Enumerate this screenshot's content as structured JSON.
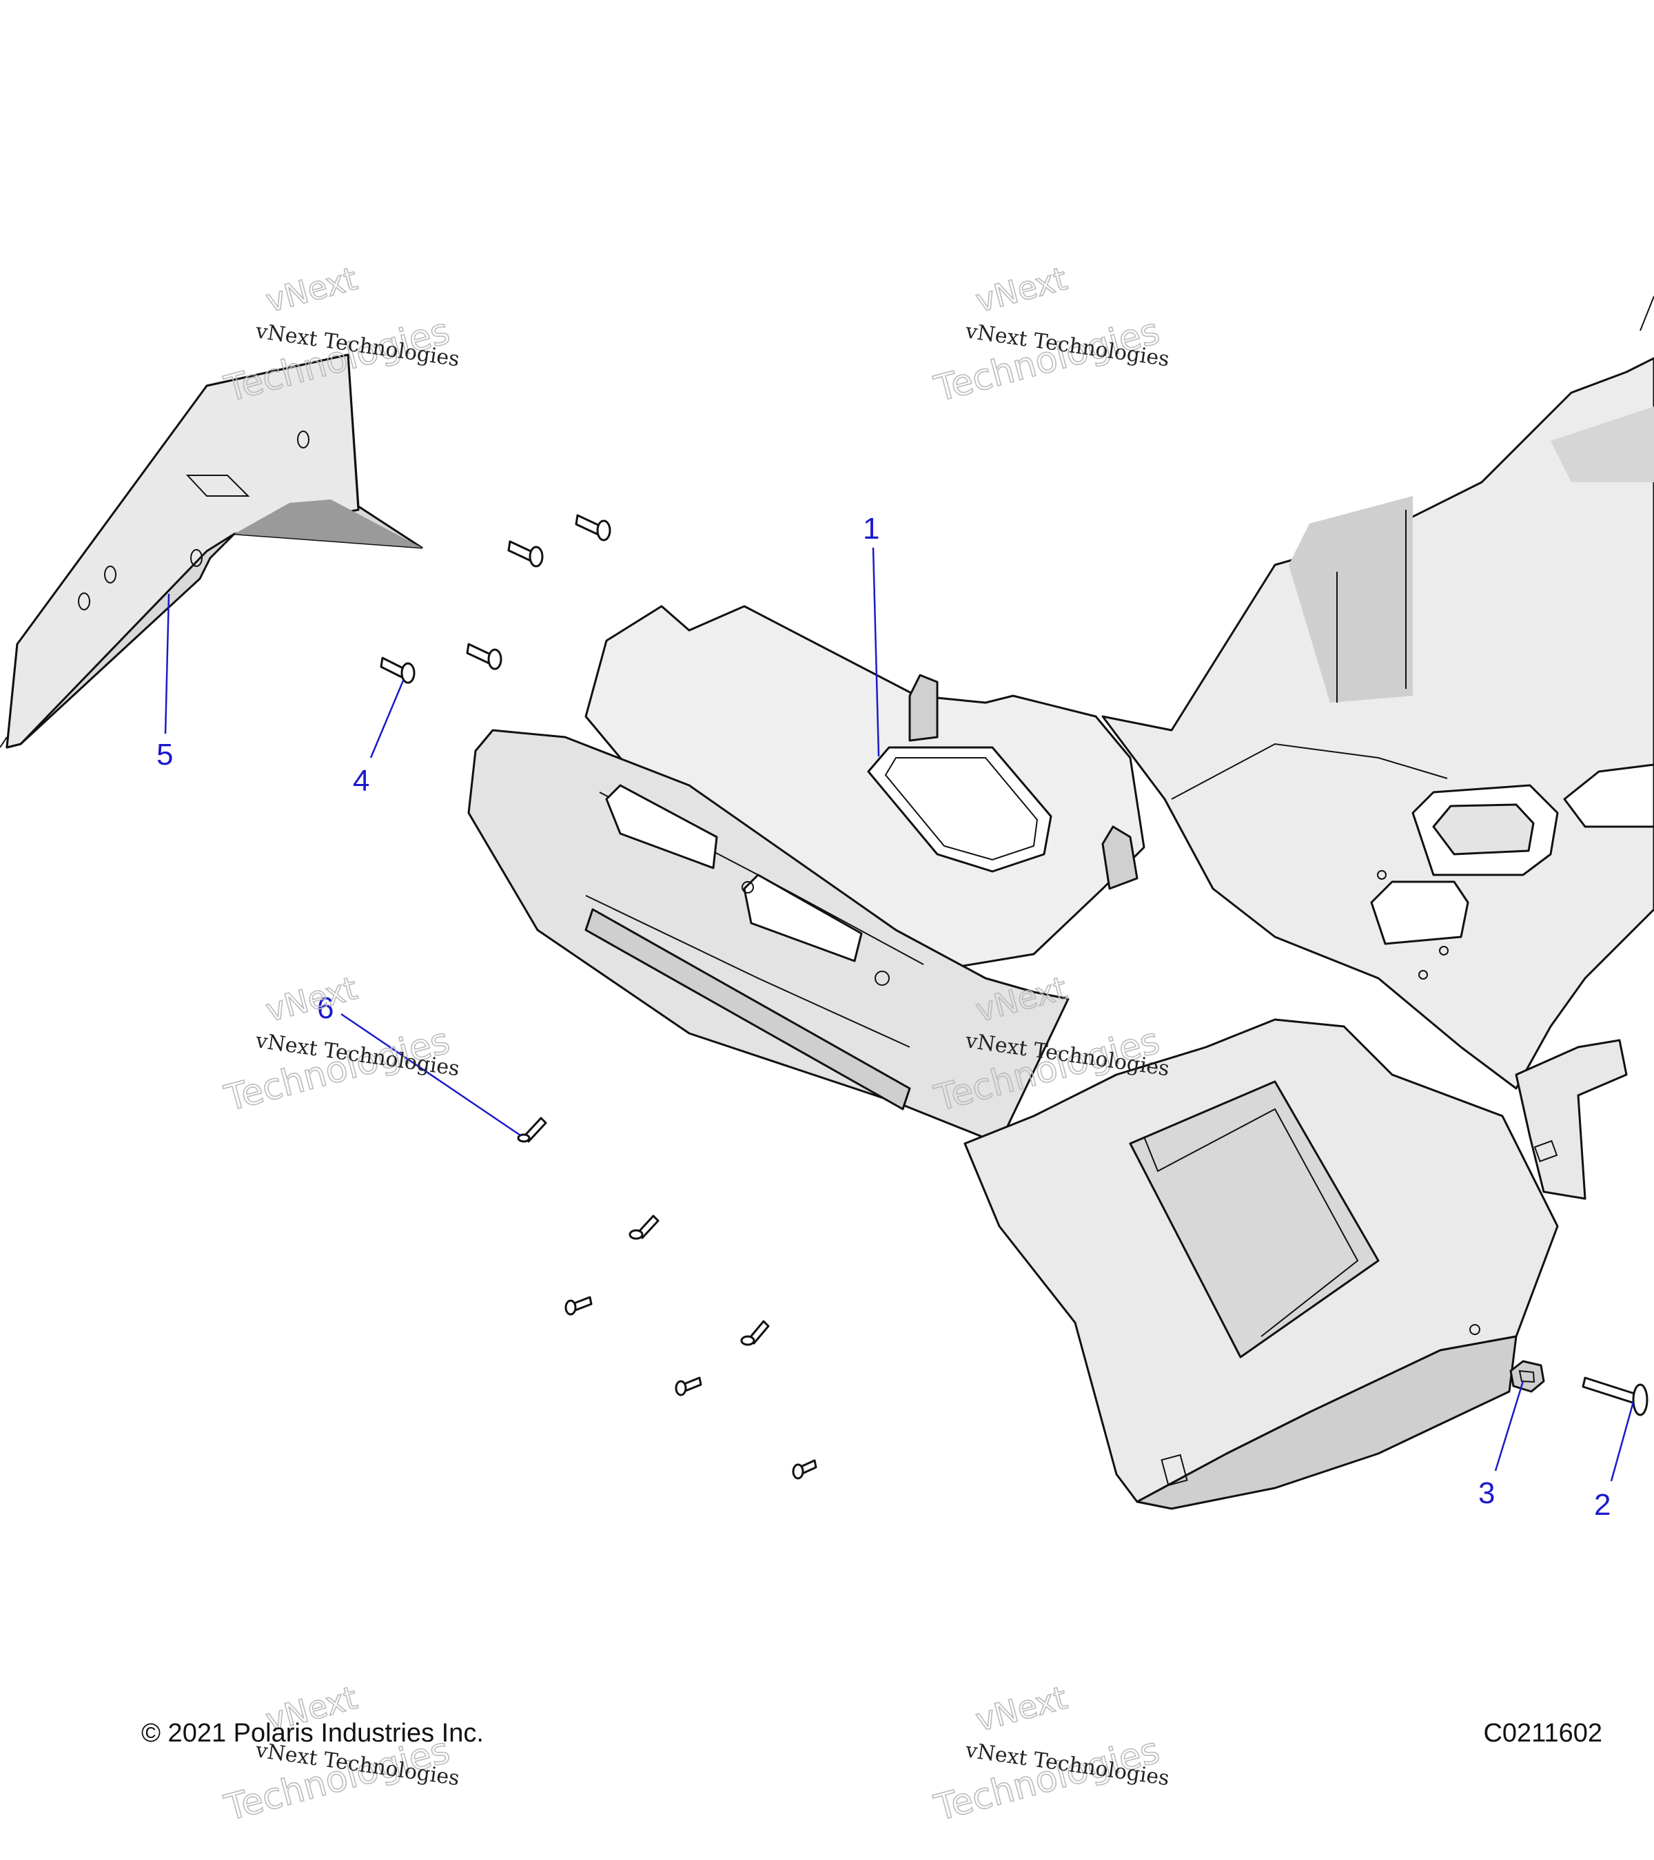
{
  "callouts": [
    {
      "id": "1",
      "label": "1"
    },
    {
      "id": "2",
      "label": "2"
    },
    {
      "id": "3",
      "label": "3"
    },
    {
      "id": "4",
      "label": "4"
    },
    {
      "id": "5",
      "label": "5"
    },
    {
      "id": "6",
      "label": "6"
    }
  ],
  "footer": {
    "copyright": "© 2021 Polaris Industries Inc.",
    "figure_code": "C0211602"
  },
  "watermark": {
    "line1": "vNext Technologies",
    "line2": "vNext",
    "line3": "Technologies"
  },
  "colors": {
    "callout": "#1a1acc",
    "part_fill": "#e6e6e6",
    "part_shadow": "#c6c6c6",
    "line": "#111111"
  }
}
